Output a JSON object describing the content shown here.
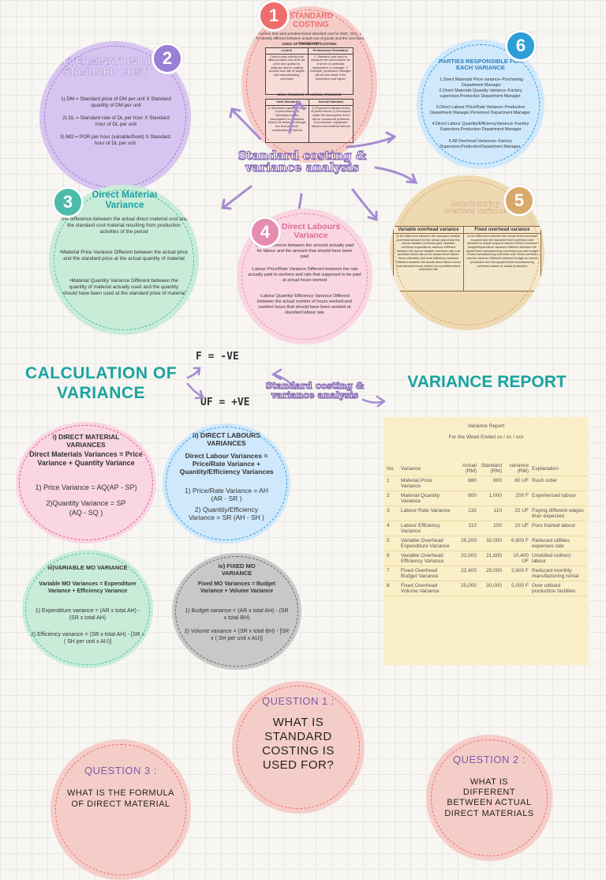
{
  "center": {
    "title": "Standard costing & variance analysis"
  },
  "s1": {
    "num": "1",
    "title": "STANDARD COSTING",
    "lines": [
      "1.A system that uses predetermined standard cost for DMC, DLC, MO",
      "2. To identify different between actual cost of goods and the cost should have incurred"
    ],
    "uses_heading": "USES OF STANDARD COSTING",
    "uses_table": {
      "headers": [
        "Control",
        "Performance Evaluation"
      ],
      "row": [
        "Control each activity that affect product cost such as: price and quality for material, time in making product and rate of wages and manufacturing overhead",
        "1. Standard cost used to measure the performance as a whole or particular department or manager. 2. Example, production manager will be held liable if the production cost higher"
      ]
    },
    "ideal_heading": "IDEAL STANDARD VS NORMAL STANDARD",
    "ideal_table": {
      "headers": [
        "Ideal Standard",
        "Normal Standard"
      ],
      "row": [
        "1) Represent optimum levels of performance 2) Developed under assumption no obstacles should be achieved through the best possible combination of factors",
        "1) Represent efficient levels of performance 2) Developed under the assumption there will be occasional problems in production, equipment failures and material defects"
      ]
    }
  },
  "s2": {
    "num": "2",
    "title": "DETERMINATION OF STANDARD COST",
    "items": [
      "1) DM = Standard price of DM per unit X Standard quantity of DM per unit",
      "2) DL = Standard rate of DL per hour X Standard hour of DL per unit",
      "3) MO = POR per hour (variable/fixed) X Standard hour of DL per unit"
    ]
  },
  "s3": {
    "num": "3",
    "title": "Direct Material Variance",
    "intro": "The difference between the actual direct material cost and the standard cost material resulting from production activities of the period",
    "p1": "•Material Price Variance Different between the actual price and the standard price at the actual quantity of material",
    "p2": "•Material Quantity Variance Different between the quantity of material actually used and the quantity should have been used at the standard price of material"
  },
  "s4": {
    "num": "4",
    "title": "Direct Labours Variance",
    "intro": "Is the difference between the amount actually paid for labour and the amount that should have been paid",
    "p1": "-Labour Price/Rate Variance Different between the rate actually paid to workers and rate that supposed to be paid at actual hours worked",
    "p2": "-Labour Quantity/ Efficiency Variance Different between the actual number of hours worked and number hours that should have been worked at standard labour rate"
  },
  "s5": {
    "num": "5",
    "title": "Manufacturing overhead variance",
    "headers": [
      "Variable overhead variance",
      "Fixed overhead variance"
    ],
    "col1": "Is the difference between the standard variable overhead allowed for the actual output and the actual variable overhead paid •Variable overhead expenditure variance Different between the actual variable overhead rate and predetermined rate at the actual direct labour hours •Variable overhead efficiency variance Different between the actual direct labour hours and standard hours worked at a predetermined overhead rate",
    "col2": "Is the difference between the actual fixed overhead incurred and the standard fixed overhead cost allowed for actual output produced •Fixed overhead budget/expenditure variance Different between the actual fixed manufacturing overhead cost and budget •Fixed manufacturing overhead cost Fixed overhead volume variance Different between budget at normal production and the applied fixed manufacturing overhead based on actual production"
  },
  "s6": {
    "num": "6",
    "title": "PARTIES RESPONSIBLE FOR EACH VARIANCE",
    "items": [
      "1.Direct Materials Price variance–Purchasing Department Manager",
      "2.Direct Materials Quantity Variance–Factory supervisor,Production Department Manager.",
      "3.Direct Labour Price/Rate Variance–Production Department Manager,Personnel Department Manager.",
      "4.Direct Labour Quantity/EfficiencyVariance–Factory Supervisor,Production Department Manager",
      "5.All Overhead Variances–Factory Supervisor,ProductionDepartment Manager."
    ]
  },
  "calc": {
    "title": "CALCULATION OF VARIANCE",
    "f": "F = -VE",
    "uf": "UF = +VE",
    "small_title": "Standard costing & variance analysis"
  },
  "dm": {
    "title": "i) DIRECT MATERIAL VARIANCES",
    "formula": "Direct Materials Variances = Price Variance + Quantity Variance",
    "f1": "1) Price Variance = AQ(AP - SP)",
    "f2": "2)Quantity Variance = SP (AQ - SQ )"
  },
  "dl": {
    "title": "ii) DIRECT LABOURS VARIANCES",
    "formula": "Direct Labour Variances = Price/Rate Variance + Quantity/Efficiency Variances",
    "f1": "1) Price/Rate Variance = AH (AR - SR )",
    "f2": "2) Quantity/Efficiency Variance = SR (AH - SH )"
  },
  "vmo": {
    "title": "iii)VARIABLE MO VARIANCE",
    "formula": "Variable MO Variances = Expenditure Variance + Efficiency Variance",
    "f1": "1) Expenditure variance = (AR x total AH) - (SR x total AH)",
    "f2": "2) Efficiency variance = (SR x total AH) - [SR x ( SH per unit x AU)]"
  },
  "fmo": {
    "title": "iv) FIXED MO VARIANCE",
    "formula": "Fixed MO Variances = Budget Variance + Volume Variance",
    "f1": "1) Budget variance = (AR x total AH) - (SR x total BH)",
    "f2": "2) Volume variance = (SR x total BH) - [SR x ( SH per unit x AU)]"
  },
  "report": {
    "heading": "VARIANCE REPORT",
    "title": "Variance Report",
    "subtitle": "For the Week Ended xx / xx / xxx",
    "columns": [
      "No.",
      "Variance",
      "Actual (RM)",
      "Standard (RM)",
      "variance (RM)",
      "Explanation"
    ],
    "rows": [
      [
        "1",
        "Material Price Variance",
        "880",
        "800",
        "80 UF",
        "Rush order"
      ],
      [
        "2",
        "Material Quantity Variance",
        "800",
        "1,000",
        "200 F",
        "Experienced labour"
      ],
      [
        "3",
        "Labour Rate Variance",
        "132",
        "110",
        "22 UF",
        "Paying different wages than expected"
      ],
      [
        "4",
        "Labour Efficiency Variance",
        "110",
        "100",
        "10 UF",
        "Poor trained labour"
      ],
      [
        "5",
        "Variable Overhead Expenditure Variance",
        "25,200",
        "32,000",
        "6,800 F",
        "Reduced utilities expenses rate"
      ],
      [
        "6",
        "Variable Overhead Efficiency Variance",
        "32,000",
        "21,600",
        "10,400 UF",
        "Unskilled indirect labour"
      ],
      [
        "7",
        "Fixed Overhead Budget Variance",
        "22,400",
        "25,000",
        "2,600 F",
        "Reduced monthly manufacturing rental"
      ],
      [
        "8",
        "Fixed Overhead Volume Variance",
        "25,000",
        "30,000",
        "5,000 F",
        "Over utilised production facilities"
      ]
    ]
  },
  "questions": {
    "q1": {
      "label": "QUESTION 1 :",
      "text": "WHAT IS STANDARD COSTING IS USED FOR?"
    },
    "q2": {
      "label": "QUESTION 2 :",
      "text": "WHAT IS DIFFERENT BETWEEN ACTUAL DIRECT MATERIALS"
    },
    "q3": {
      "label": "QUESTION 3 :",
      "text": "WHAT IS THE FORMULA OF DIRECT MATERIAL"
    }
  },
  "colors": {
    "pink": "#f5cdc8",
    "purple": "#d8c4f0",
    "teal": "#c9ecd9",
    "rose": "#f9d6e2",
    "tan": "#eed9b3",
    "blue": "#cfe8fb",
    "accent_red": "#ef6c6c",
    "accent_purple": "#9b7fd4",
    "accent_teal": "#4cbca9",
    "accent_rose": "#e58cb0",
    "accent_tan": "#d9a96a",
    "accent_blue": "#2d9fd8",
    "teal_text": "#1aa3a0",
    "report_bg": "#fbefc8"
  }
}
